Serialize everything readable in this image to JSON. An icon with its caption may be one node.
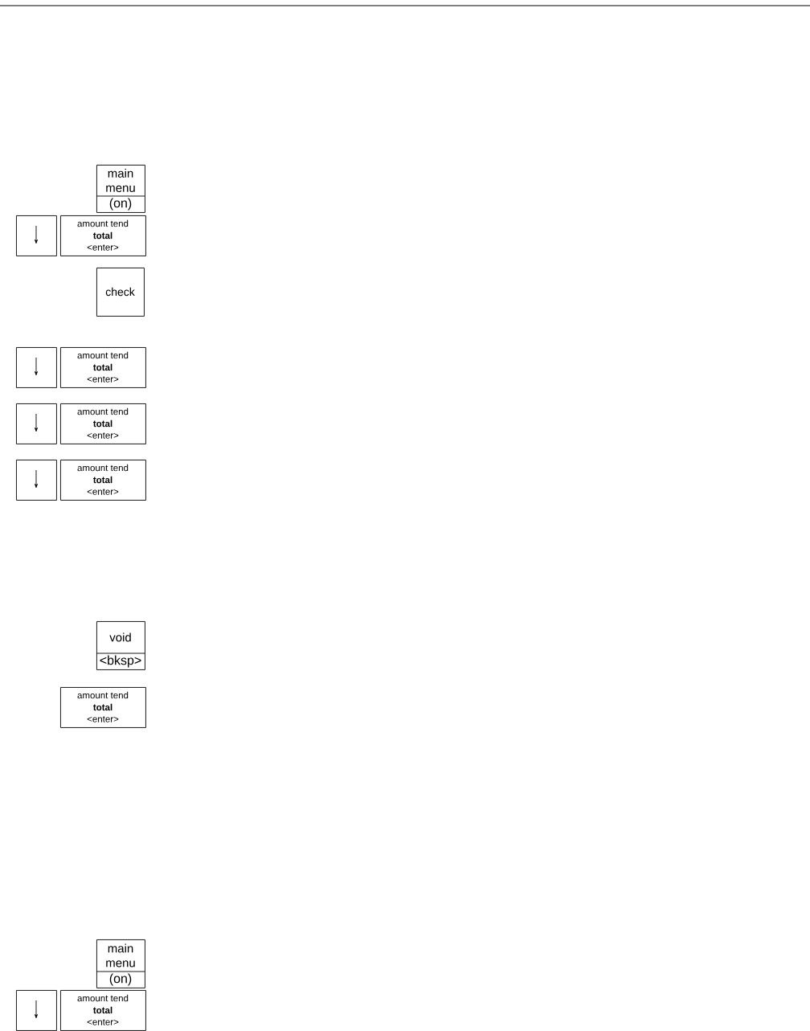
{
  "diagram": {
    "nodes": [
      {
        "text": [
          "main menu",
          "(on)"
        ]
      },
      {
        "text": [],
        "shape": "box"
      },
      {
        "text": [
          "amount tend",
          "total",
          "<enter>"
        ]
      },
      {
        "text": [
          "check"
        ]
      },
      {
        "text": [],
        "shape": "box"
      },
      {
        "text": [
          "amount tend",
          "total",
          "<enter>"
        ]
      },
      {
        "text": [],
        "shape": "box"
      },
      {
        "text": [
          "amount tend",
          "total",
          "<enter>"
        ]
      },
      {
        "text": [],
        "shape": "box"
      },
      {
        "text": [
          "amount tend",
          "total",
          "<enter>"
        ]
      },
      {
        "text": [
          "void",
          "<bksp>"
        ]
      },
      {
        "text": [
          "amount tend",
          "total",
          "<enter>"
        ]
      },
      {
        "text": [
          "main menu",
          "(on)"
        ]
      },
      {
        "text": [],
        "shape": "box"
      },
      {
        "text": [
          "amount tend",
          "total",
          "<enter>"
        ]
      }
    ]
  }
}
